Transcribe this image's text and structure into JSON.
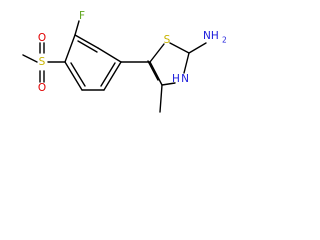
{
  "molecule": {
    "atom_labels": {
      "fluorine": "F",
      "sulfonyl_sulfur": "S",
      "sulfonyl_oxygen_top": "O",
      "sulfonyl_oxygen_bottom": "O",
      "thiazole_sulfur": "S",
      "amine": "NH",
      "amine_subscript": "2",
      "ring_nitrogen": "N",
      "ring_nitrogen_h": "H"
    },
    "colors": {
      "sulfur": "#c8b400",
      "oxygen": "#e00000",
      "nitrogen": "#1a1adb",
      "fluorine": "#5fa61e",
      "bond": "#000000"
    }
  }
}
